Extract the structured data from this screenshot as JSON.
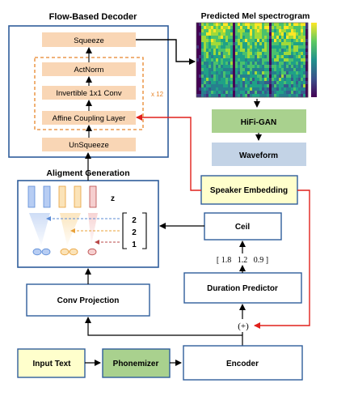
{
  "flow_decoder": {
    "title": "Flow-Based Decoder",
    "squeeze": "Squeeze",
    "actnorm": "ActNorm",
    "invertible_conv": "Invertible 1x1 Conv",
    "affine_coupling": "Affine Coupling Layer",
    "unsqueeze": "UnSqueeze",
    "repeat": "x 12"
  },
  "spectrogram": {
    "title": "Predicted  Mel spectrogram"
  },
  "hifigan": "HiFi-GAN",
  "waveform": "Waveform",
  "speaker_embedding": "Speaker Embedding",
  "alignment": {
    "title": "Aligment Generation",
    "z_label": "z",
    "durations": [
      "2",
      "2",
      "1"
    ]
  },
  "ceil": "Ceil",
  "duration_values": "[ 1.8   1.2   0.9 ]",
  "duration_predictor": "Duration Predictor",
  "conv_projection": "Conv Projection",
  "add_symbol": "(+)",
  "input_text": "Input Text",
  "phonemizer": "Phonemizer",
  "encoder": "Encoder",
  "colors": {
    "box_border": "#2f5d9b",
    "flow_layer_fill": "#f9d6b5",
    "repeat_border": "#e8852a",
    "hifigan_fill": "#a9d18e",
    "waveform_fill": "#c3d3e6",
    "speaker_fill": "#ffffcc",
    "phonemizer_fill": "#a9d18e",
    "input_fill": "#ffffcc",
    "red_arrow": "#e0201b"
  }
}
